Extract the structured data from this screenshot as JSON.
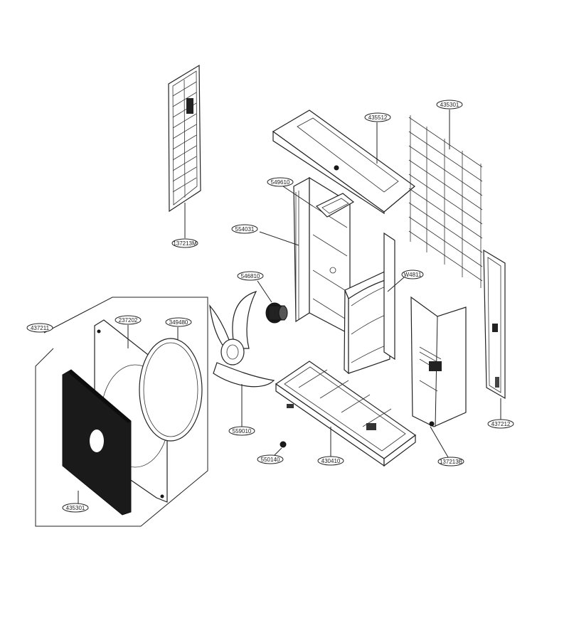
{
  "diagram": {
    "labels": {
      "side_grille": "137213M",
      "top_cover": "435512",
      "rear_grille": "435301",
      "support": "549610",
      "partition": "554031",
      "motor": "546810",
      "motor_bracket": "W4811",
      "front_assembly": "437211",
      "orifice": "237202",
      "fan_guard_ring": "349480",
      "fan": "559010",
      "nut": "550140",
      "base": "430410",
      "control_panel": "137213B",
      "side_panel": "437212",
      "front_grille": "435301"
    },
    "colors": {
      "line": "#222222",
      "background": "#ffffff"
    }
  }
}
